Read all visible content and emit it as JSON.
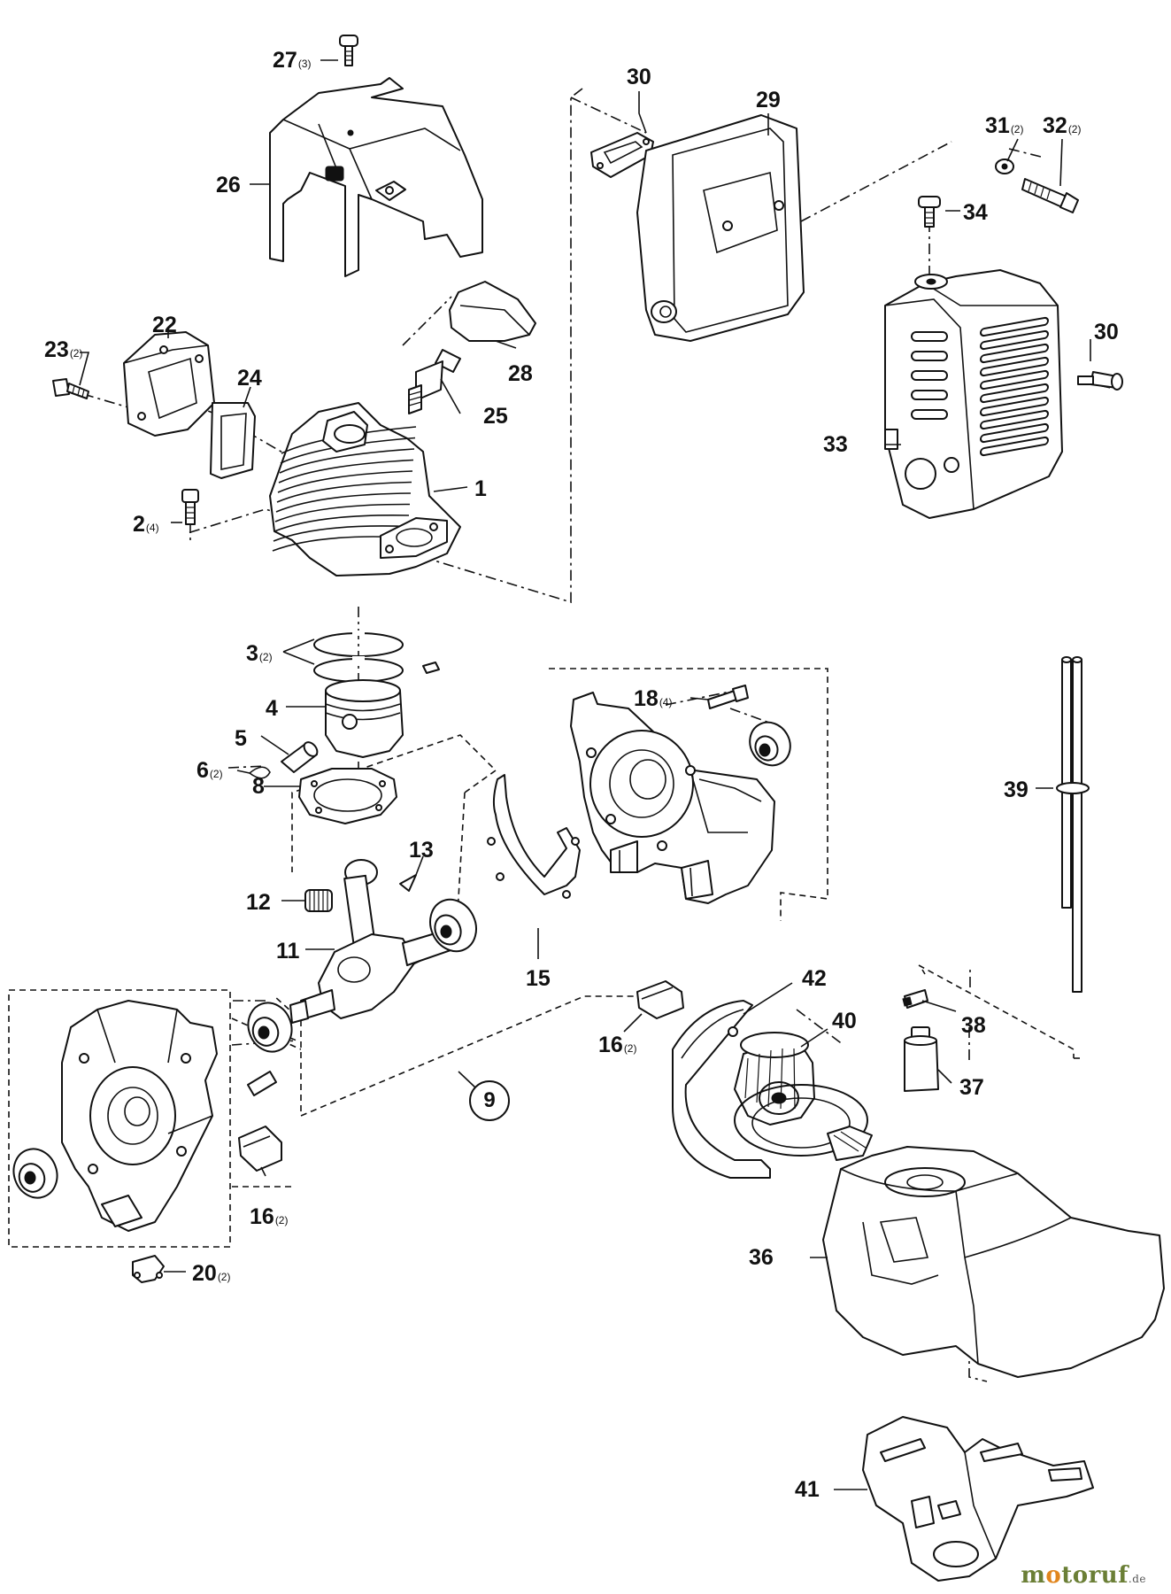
{
  "diagram": {
    "labels": [
      {
        "id": "p27",
        "num": "27",
        "qty": "(3)"
      },
      {
        "id": "p26",
        "num": "26",
        "qty": ""
      },
      {
        "id": "p30a",
        "num": "30",
        "qty": ""
      },
      {
        "id": "p29",
        "num": "29",
        "qty": ""
      },
      {
        "id": "p31",
        "num": "31",
        "qty": "(2)"
      },
      {
        "id": "p32",
        "num": "32",
        "qty": "(2)"
      },
      {
        "id": "p34",
        "num": "34",
        "qty": ""
      },
      {
        "id": "p30b",
        "num": "30",
        "qty": ""
      },
      {
        "id": "p33",
        "num": "33",
        "qty": ""
      },
      {
        "id": "p22",
        "num": "22",
        "qty": ""
      },
      {
        "id": "p23",
        "num": "23",
        "qty": "(2)"
      },
      {
        "id": "p24",
        "num": "24",
        "qty": ""
      },
      {
        "id": "p28",
        "num": "28",
        "qty": ""
      },
      {
        "id": "p25",
        "num": "25",
        "qty": ""
      },
      {
        "id": "p1",
        "num": "1",
        "qty": ""
      },
      {
        "id": "p2",
        "num": "2",
        "qty": "(4)"
      },
      {
        "id": "p3",
        "num": "3",
        "qty": "(2)"
      },
      {
        "id": "p4",
        "num": "4",
        "qty": ""
      },
      {
        "id": "p5",
        "num": "5",
        "qty": ""
      },
      {
        "id": "p6",
        "num": "6",
        "qty": "(2)"
      },
      {
        "id": "p8",
        "num": "8",
        "qty": ""
      },
      {
        "id": "p18",
        "num": "18",
        "qty": "(4)"
      },
      {
        "id": "p39",
        "num": "39",
        "qty": ""
      },
      {
        "id": "p13",
        "num": "13",
        "qty": ""
      },
      {
        "id": "p12",
        "num": "12",
        "qty": ""
      },
      {
        "id": "p11",
        "num": "11",
        "qty": ""
      },
      {
        "id": "p15",
        "num": "15",
        "qty": ""
      },
      {
        "id": "p42",
        "num": "42",
        "qty": ""
      },
      {
        "id": "p40",
        "num": "40",
        "qty": ""
      },
      {
        "id": "p38",
        "num": "38",
        "qty": ""
      },
      {
        "id": "p16a",
        "num": "16",
        "qty": "(2)"
      },
      {
        "id": "p37",
        "num": "37",
        "qty": ""
      },
      {
        "id": "p16b",
        "num": "16",
        "qty": "(2)"
      },
      {
        "id": "p36",
        "num": "36",
        "qty": ""
      },
      {
        "id": "p20",
        "num": "20",
        "qty": "(2)"
      },
      {
        "id": "p41",
        "num": "41",
        "qty": ""
      }
    ],
    "assembly_label": "9"
  },
  "watermark": {
    "brand_start": "m",
    "brand_o": "o",
    "brand_end": "toruf",
    "suffix": ".de"
  }
}
